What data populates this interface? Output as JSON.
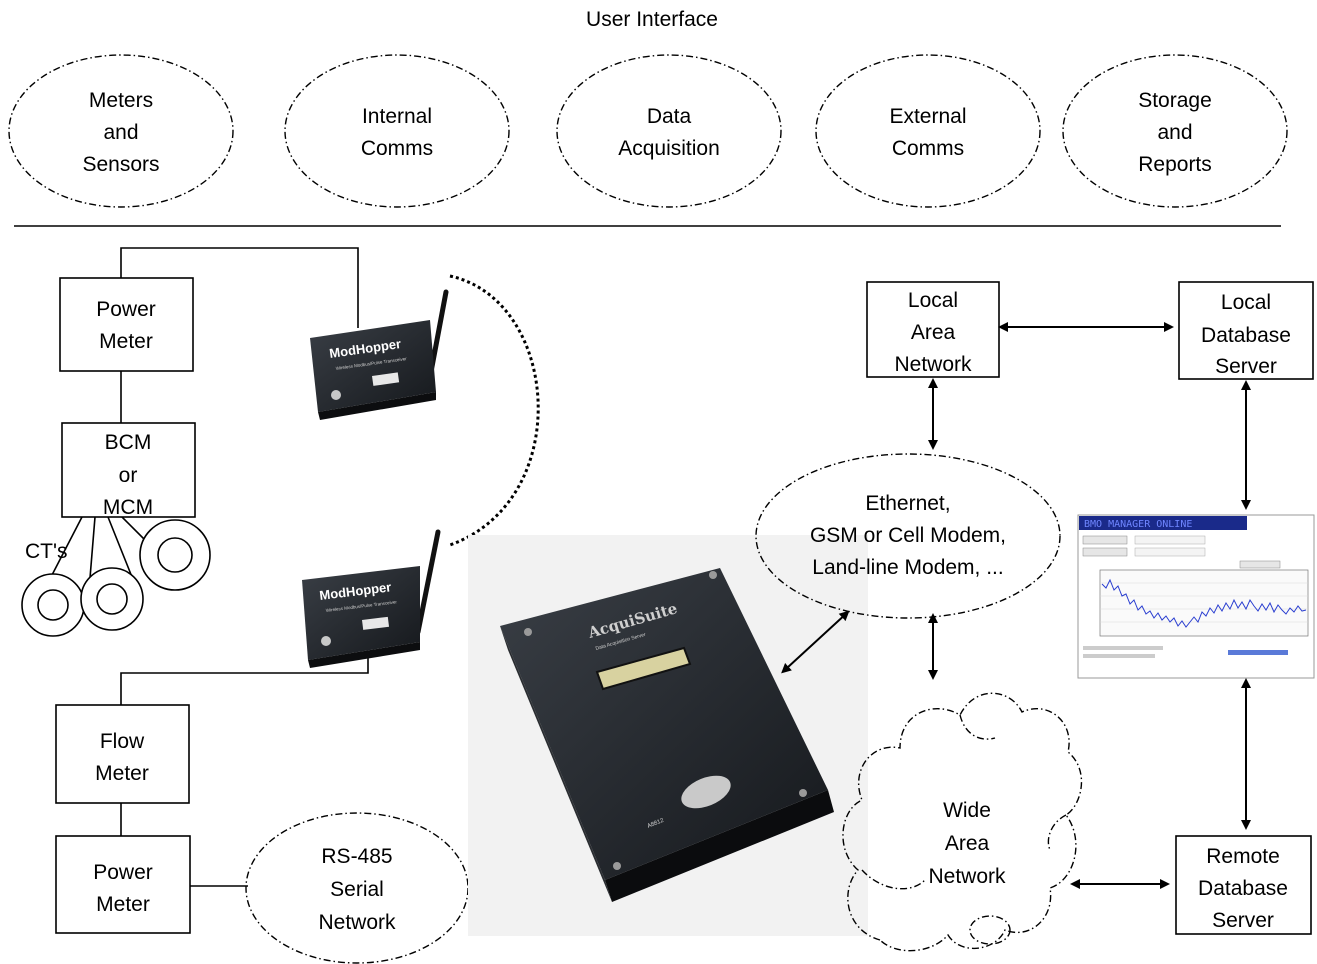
{
  "header": {
    "title": "User Interface"
  },
  "categories": [
    {
      "line1": "Meters",
      "line2": "and",
      "line3": "Sensors"
    },
    {
      "line1": "Internal",
      "line2": "Comms"
    },
    {
      "line1": "Data",
      "line2": "Acquisition"
    },
    {
      "line1": "External",
      "line2": "Comms"
    },
    {
      "line1": "Storage",
      "line2": "and",
      "line3": "Reports"
    }
  ],
  "meters": {
    "power_meter_top": {
      "line1": "Power",
      "line2": "Meter"
    },
    "bcm": {
      "line1": "BCM",
      "line2": "or",
      "line3": "MCM"
    },
    "cts": "CT's",
    "flow_meter": {
      "line1": "Flow",
      "line2": "Meter"
    },
    "power_meter_bottom": {
      "line1": "Power",
      "line2": "Meter"
    }
  },
  "rs485": {
    "line1": "RS-485",
    "line2": "Serial",
    "line3": "Network"
  },
  "modhopper": {
    "name": "ModHopper",
    "subtitle": "Wireless Modbus/Pulse Transceiver"
  },
  "acquisuite": {
    "name": "AcquiSuite",
    "subtitle": "Data Acquisition Server",
    "model": "A8812"
  },
  "network": {
    "lan": {
      "line1": "Local",
      "line2": "Area",
      "line3": "Network"
    },
    "db_local": {
      "line1": "Local",
      "line2": "Database",
      "line3": "Server"
    },
    "comm": {
      "line1": "Ethernet,",
      "line2": "GSM or Cell Modem,",
      "line3": "Land-line Modem, ..."
    },
    "wan": {
      "line1": "Wide",
      "line2": "Area",
      "line3": "Network"
    },
    "db_remote": {
      "line1": "Remote",
      "line2": "Database",
      "line3": "Server"
    }
  },
  "screenshot": {
    "banner": "BMO MANAGER ONLINE"
  },
  "colors": {
    "line": "#000000",
    "device_body": "#1f2226",
    "chart_line": "#2b3fd0",
    "banner": "#1a2a8a"
  }
}
